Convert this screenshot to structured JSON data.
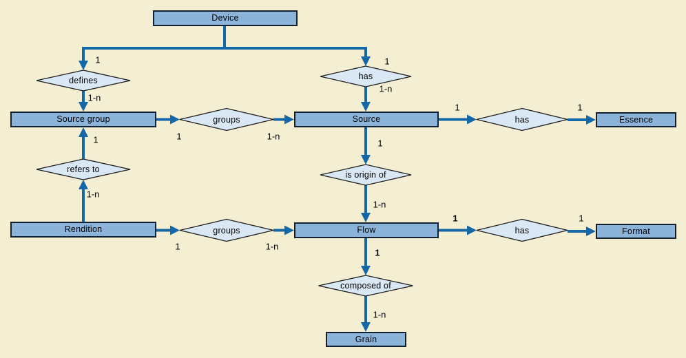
{
  "diagram": {
    "entities": [
      {
        "id": "device",
        "label": "Device"
      },
      {
        "id": "source_group",
        "label": "Source group"
      },
      {
        "id": "source",
        "label": "Source"
      },
      {
        "id": "essence",
        "label": "Essence"
      },
      {
        "id": "rendition",
        "label": "Rendition"
      },
      {
        "id": "flow",
        "label": "Flow"
      },
      {
        "id": "format",
        "label": "Format"
      },
      {
        "id": "grain",
        "label": "Grain"
      }
    ],
    "relationships": [
      {
        "id": "defines",
        "label": "defines"
      },
      {
        "id": "has_device",
        "label": "has"
      },
      {
        "id": "groups_top",
        "label": "groups"
      },
      {
        "id": "has_source",
        "label": "has"
      },
      {
        "id": "refers_to",
        "label": "refers to"
      },
      {
        "id": "is_origin_of",
        "label": "is origin of"
      },
      {
        "id": "groups_bottom",
        "label": "groups"
      },
      {
        "id": "has_flow",
        "label": "has"
      },
      {
        "id": "composed_of",
        "label": "composed of"
      }
    ],
    "cardinalities": [
      {
        "id": "defines_1",
        "text": "1"
      },
      {
        "id": "defines_1n",
        "text": "1-n"
      },
      {
        "id": "hasdev_1",
        "text": "1"
      },
      {
        "id": "hasdev_1n",
        "text": "1-n"
      },
      {
        "id": "sg_groups_1",
        "text": "1"
      },
      {
        "id": "groups_src_1n",
        "text": "1-n"
      },
      {
        "id": "src_has_1",
        "text": "1"
      },
      {
        "id": "has_ess_1",
        "text": "1"
      },
      {
        "id": "src_origin_1",
        "text": "1"
      },
      {
        "id": "origin_flow_1n",
        "text": "1-n"
      },
      {
        "id": "refers_sg_1",
        "text": "1"
      },
      {
        "id": "rend_refers_1n",
        "text": "1-n"
      },
      {
        "id": "rend_groups_1",
        "text": "1"
      },
      {
        "id": "groups_flow_1n",
        "text": "1-n"
      },
      {
        "id": "flow_has_1",
        "text": "1",
        "bold": true
      },
      {
        "id": "has_fmt_1",
        "text": "1"
      },
      {
        "id": "flow_comp_1",
        "text": "1",
        "bold": true
      },
      {
        "id": "comp_grain_1n",
        "text": "1-n"
      }
    ],
    "colors": {
      "background": "#f4eed3",
      "entity_fill": "#8cb4da",
      "entity_border": "#10202e",
      "relationship_fill": "#dae7f5",
      "relationship_border": "#1c1c1c",
      "connector": "#1568a8",
      "text": "#000000"
    }
  }
}
